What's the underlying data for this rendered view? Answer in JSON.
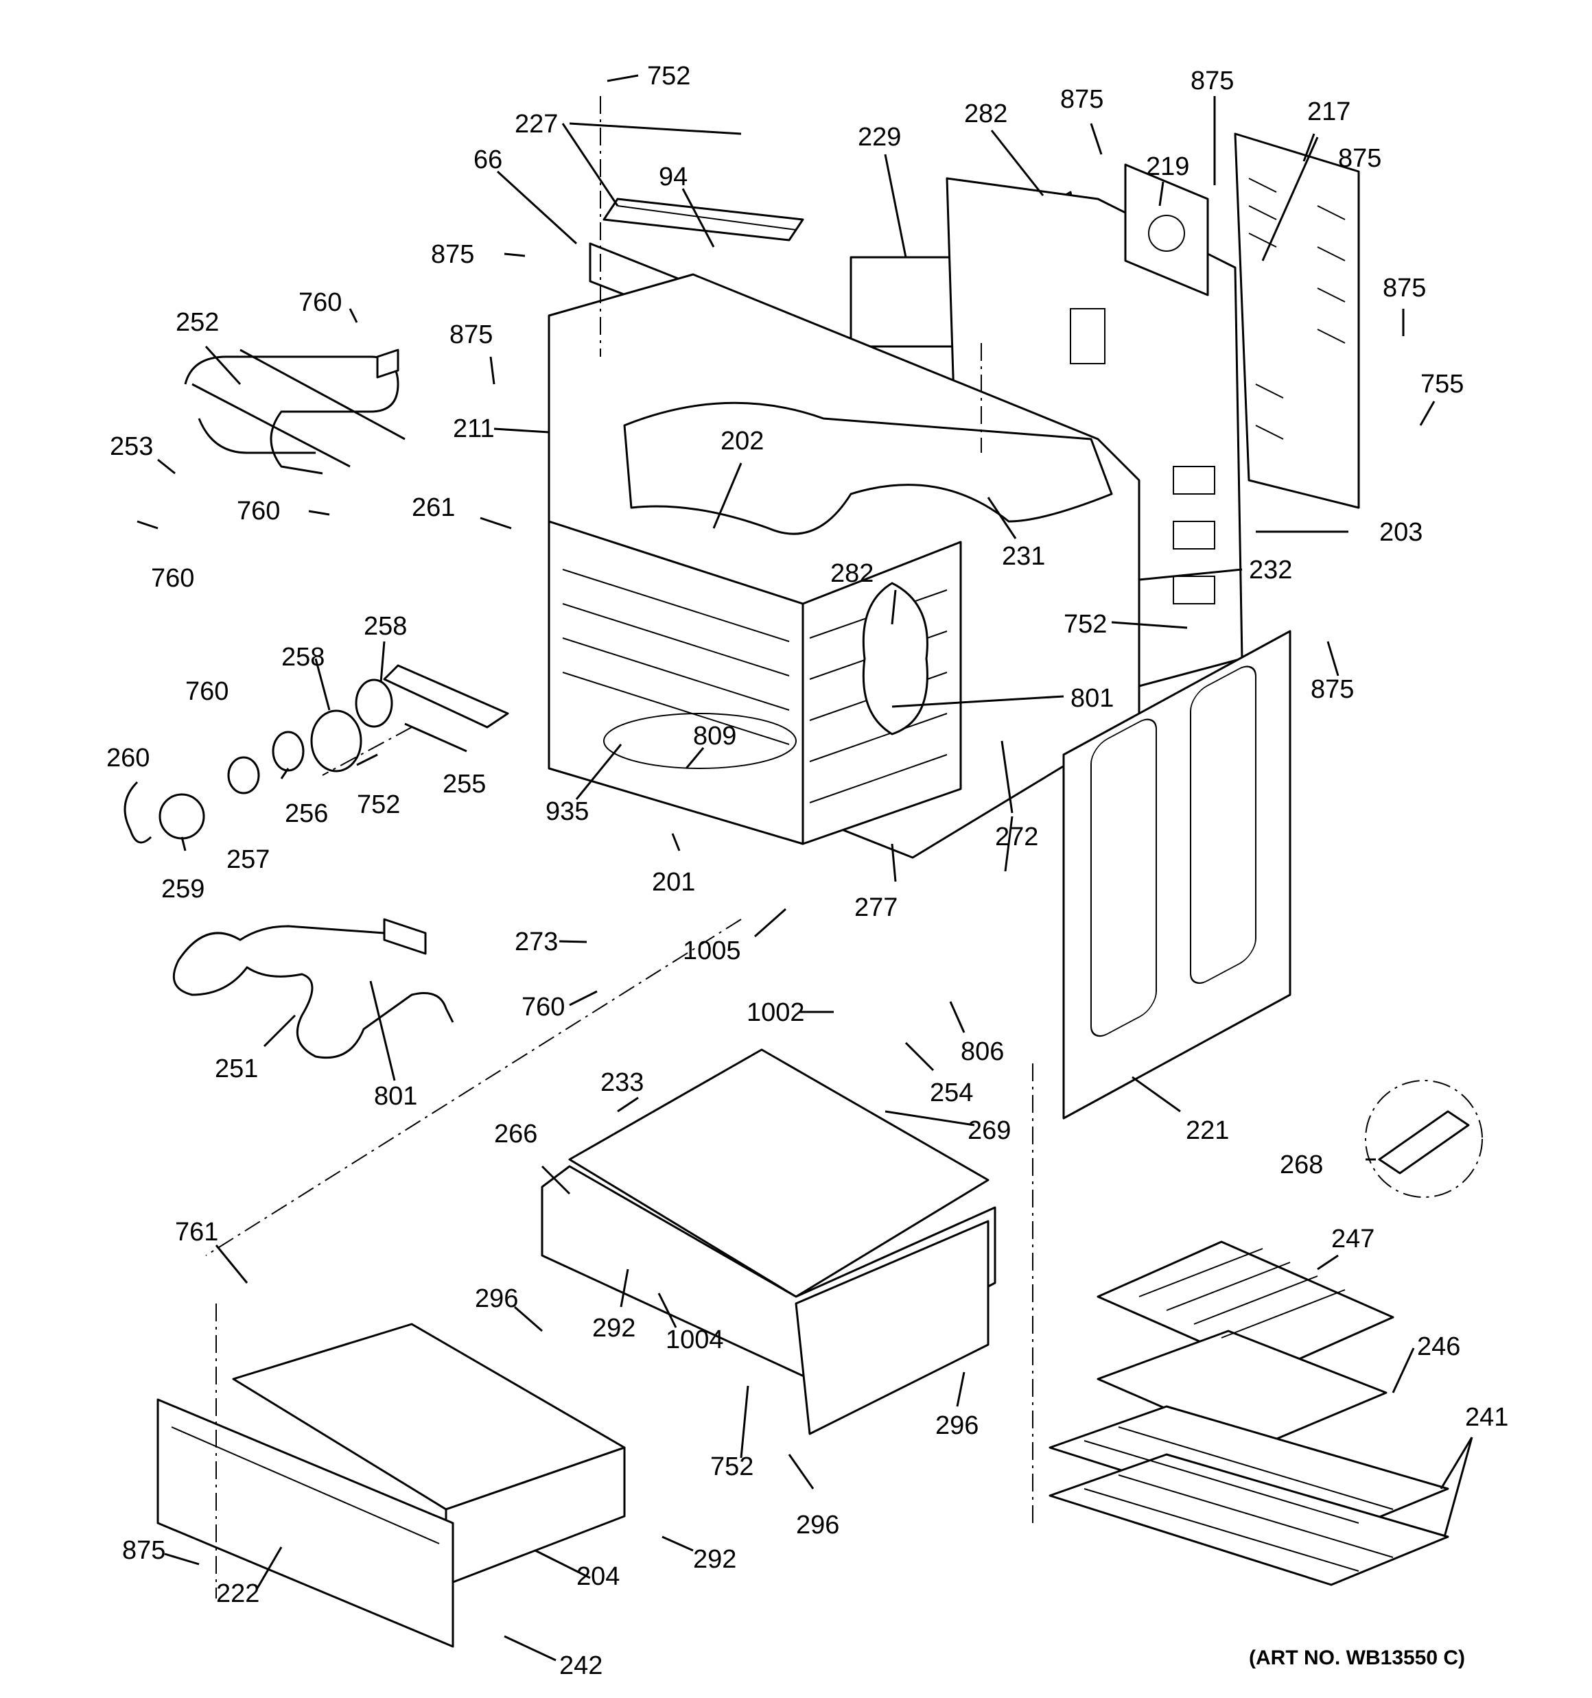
{
  "art_number": "(ART NO. WB13550 C)",
  "parts": {
    "p752a": "752",
    "p227": "227",
    "p66": "66",
    "p94": "94",
    "p229": "229",
    "p282a": "282",
    "p875a": "875",
    "p875b": "875",
    "p219": "219",
    "p217": "217",
    "p875c": "875",
    "p875d": "875",
    "p875e": "875",
    "p875f": "875",
    "p755": "755",
    "p760a": "760",
    "p252": "252",
    "p211": "211",
    "p253": "253",
    "p760b": "760",
    "p760c": "760",
    "p202": "202",
    "p261": "261",
    "p231": "231",
    "p203": "203",
    "p232": "232",
    "p282b": "282",
    "p752b": "752",
    "p875g": "875",
    "p258a": "258",
    "p258b": "258",
    "p760d": "760",
    "p801a": "801",
    "p260": "260",
    "p809": "809",
    "p255": "255",
    "p752c": "752",
    "p256": "256",
    "p935": "935",
    "p272": "272",
    "p257": "257",
    "p259": "259",
    "p201": "201",
    "p277": "277",
    "p1005": "1005",
    "p273": "273",
    "p760e": "760",
    "p1002": "1002",
    "p806": "806",
    "p251": "251",
    "p801b": "801",
    "p254": "254",
    "p233": "233",
    "p269": "269",
    "p221": "221",
    "p266": "266",
    "p268": "268",
    "p761": "761",
    "p247": "247",
    "p296a": "296",
    "p292a": "292",
    "p1004": "1004",
    "p246": "246",
    "p241": "241",
    "p296b": "296",
    "p752d": "752",
    "p296c": "296",
    "p875h": "875",
    "p292b": "292",
    "p222": "222",
    "p204": "204",
    "p242": "242"
  }
}
